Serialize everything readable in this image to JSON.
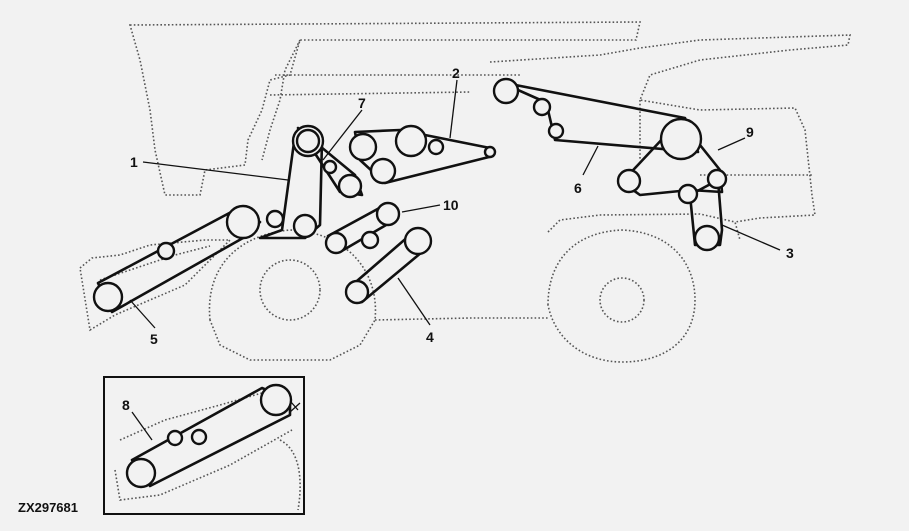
{
  "figure": {
    "reference_code": "ZX297681"
  },
  "callouts": {
    "c1": "1",
    "c2": "2",
    "c3": "3",
    "c4": "4",
    "c5": "5",
    "c6": "6",
    "c7": "7",
    "c8": "8",
    "c9": "9",
    "c10": "10"
  }
}
